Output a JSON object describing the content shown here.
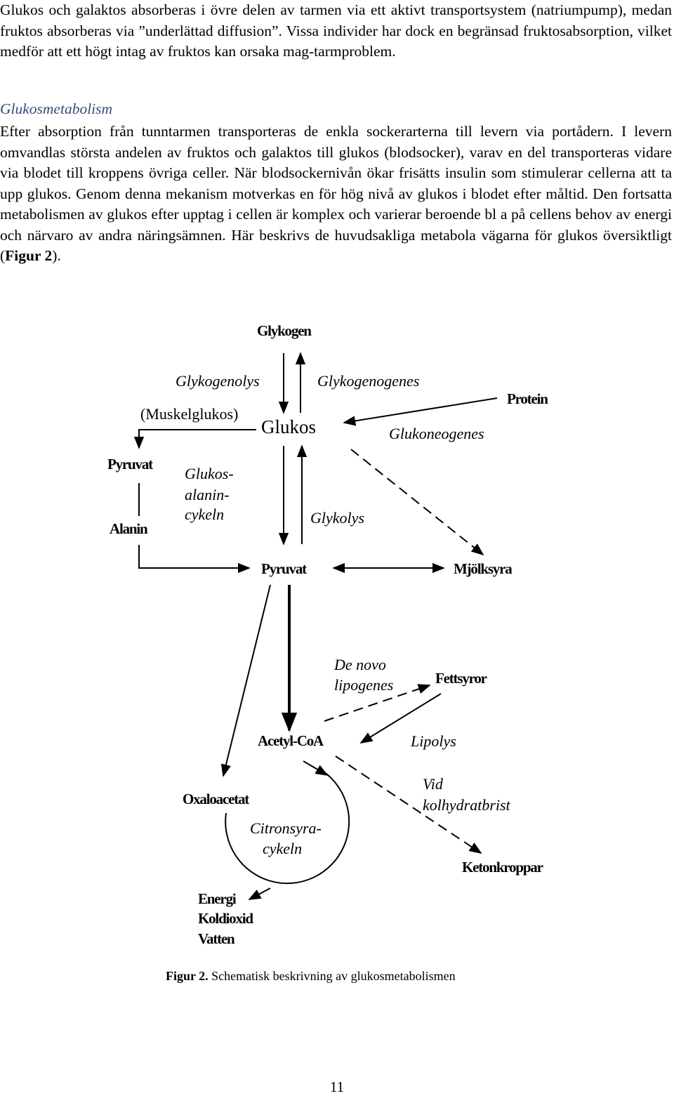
{
  "intro_paragraph": "Glukos och galaktos absorberas i övre delen av tarmen via ett aktivt transportsystem (natriumpump), medan fruktos absorberas via ”underlättad diffusion”. Vissa individer har dock en begränsad fruktosabsorption, vilket medför att ett högt intag av fruktos kan orsaka mag-tarmproblem.",
  "section_heading": "Glukosmetabolism",
  "body_paragraph_lead": "Efter absorption från tunntarmen transporteras de enkla sockerarterna till levern via portådern. I levern omvandlas största andelen av fruktos och galaktos till glukos (blodsocker), varav en del transporteras vidare via blodet till kroppens övriga celler. När blodsockernivån ökar frisätts insulin som stimulerar cellerna att ta upp glukos. Genom denna mekanism motverkas en för hög nivå av glukos i blodet efter måltid. Den fortsatta metabolismen av glukos efter upptag i cellen är komplex och varierar beroende bl a på cellens behov av energi och närvaro av andra näringsämnen. Här beskrivs de huvudsakliga metabola vägarna för glukos översiktligt (",
  "body_paragraph_ref": "Figur 2",
  "body_paragraph_tail": ").",
  "diagram": {
    "glykogen": "Glykogen",
    "glykogenolys": "Glykogenolys",
    "glykogenogenes": "Glykogenogenes",
    "protein": "Protein",
    "muskelglukos": "(Muskelglukos)",
    "glukos": "Glukos",
    "glukoneogenes": "Glukoneogenes",
    "pyruvat_left": "Pyruvat",
    "glukos_alanin_1": "Glukos-",
    "glukos_alanin_2": "alanin-",
    "glukos_alanin_3": "cykeln",
    "alanin": "Alanin",
    "glykolys": "Glykolys",
    "pyruvat": "Pyruvat",
    "mjolksyra": "Mjölksyra",
    "de_novo_1": "De novo",
    "de_novo_2": "lipogenes",
    "fettsyror": "Fettsyror",
    "acetyl_coa": "Acetyl-CoA",
    "lipolys": "Lipolys",
    "oxaloacetat": "Oxaloacetat",
    "vid_1": "Vid",
    "vid_2": "kolhydratbrist",
    "citron_1": "Citronsyra-",
    "citron_2": "cykeln",
    "ketonkroppar": "Ketonkroppar",
    "energi": "Energi",
    "koldioxid": "Koldioxid",
    "vatten": "Vatten"
  },
  "caption": {
    "label": "Figur 2.",
    "text": " Schematisk beskrivning av glukosmetabolismen"
  },
  "page_number": "11"
}
